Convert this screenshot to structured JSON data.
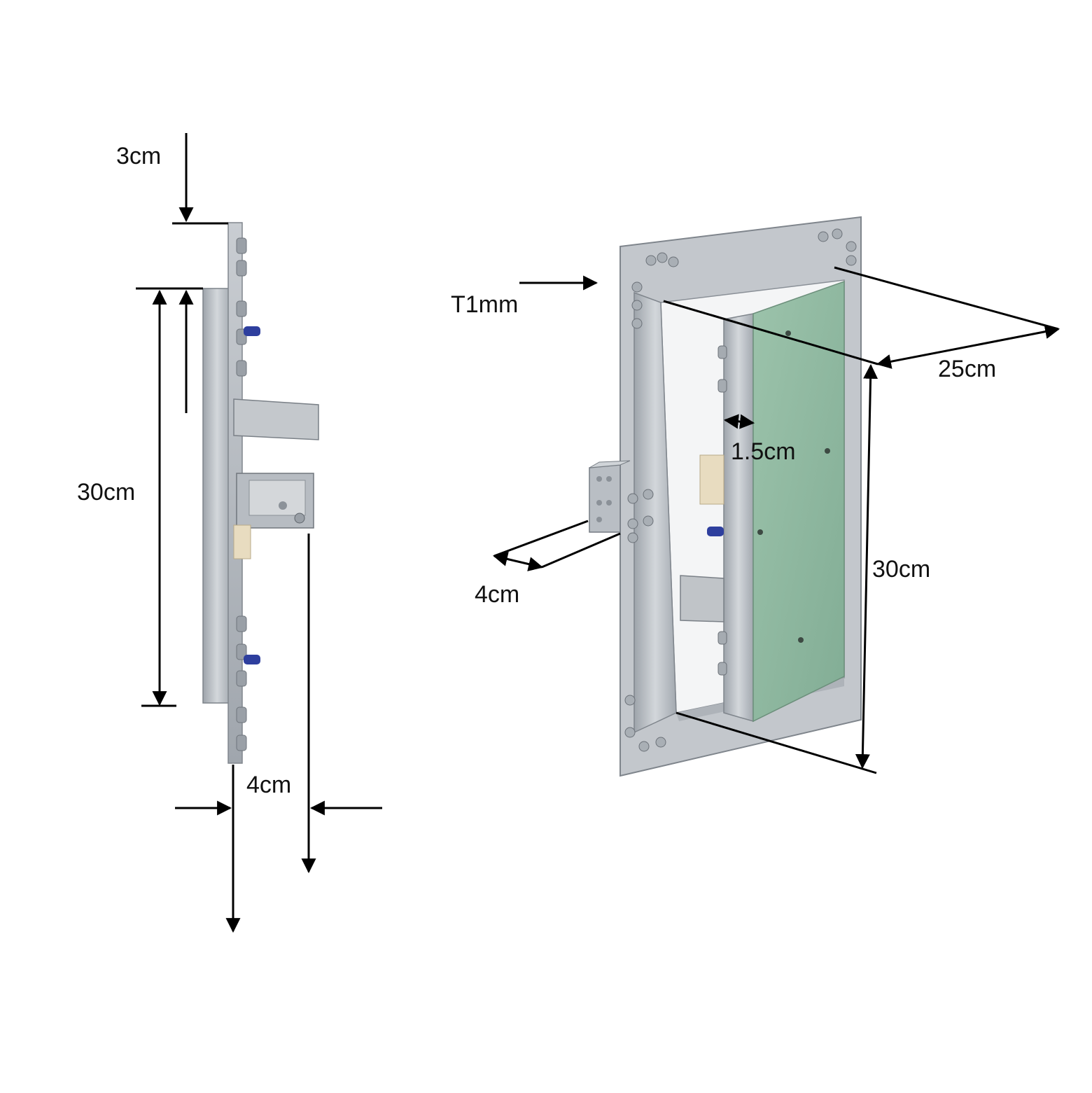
{
  "labels": {
    "side_top_offset": "3cm",
    "side_height": "30cm",
    "side_depth": "4cm",
    "front_thickness": "T1mm",
    "front_width": "25cm",
    "front_gap": "1.5cm",
    "front_height": "30cm",
    "front_depth": "4cm"
  },
  "colors": {
    "aluminium": "#b9bec4",
    "aluminium_dark": "#8e949b",
    "gypsum_board": "#8fb8a0",
    "clip_blue": "#2e3f9e",
    "latch_beige": "#e8dcc0"
  }
}
